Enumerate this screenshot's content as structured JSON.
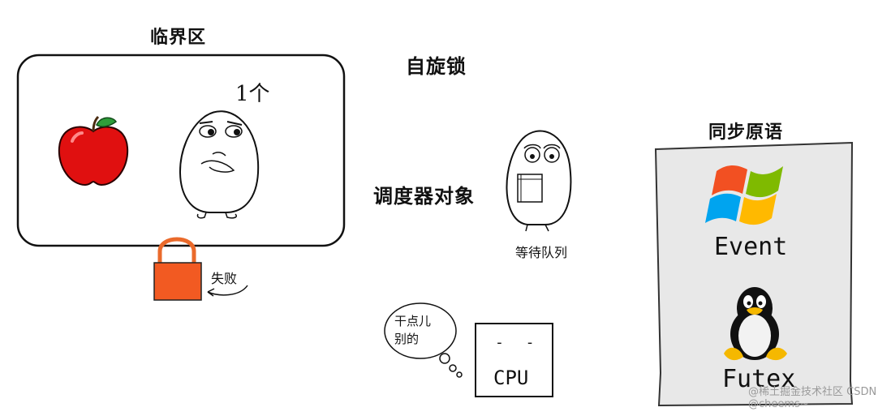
{
  "critical_section": {
    "title": "临界区",
    "count_label": "1个"
  },
  "lock": {
    "fail_label": "失败"
  },
  "spinlock": {
    "title": "自旋锁"
  },
  "scheduler": {
    "title": "调度器对象",
    "queue_label": "等待队列"
  },
  "cpu": {
    "thought": "干点儿别的",
    "face": "- -",
    "label": "CPU"
  },
  "sync": {
    "title": "同步原语",
    "windows_label": "Event",
    "linux_label": "Futex"
  },
  "watermark": "@稀土掘金技术社区 CSDN @cheems~"
}
